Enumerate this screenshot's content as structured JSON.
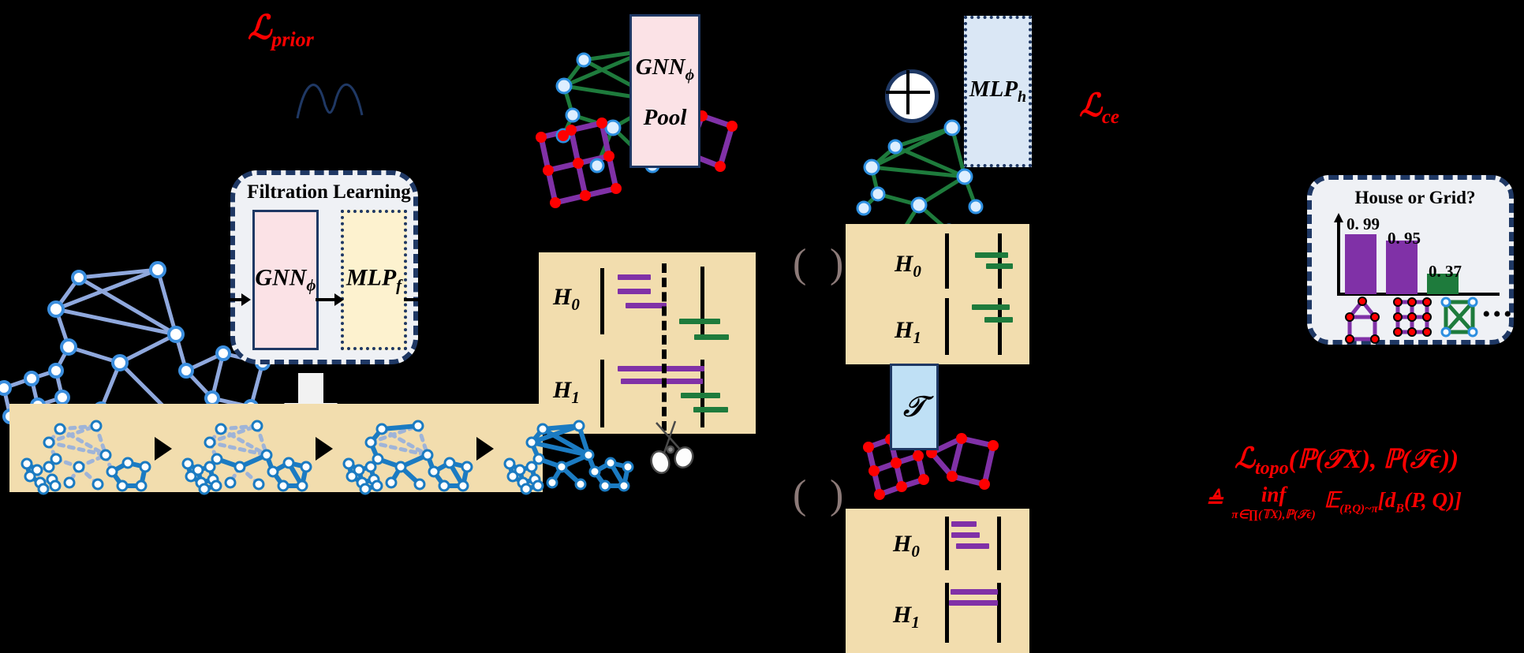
{
  "losses": {
    "prior": "ℒ",
    "prior_sub": "prior",
    "ce": "ℒ",
    "ce_sub": "ce",
    "topo_main": "ℒ",
    "topo_sub": "topo",
    "topo_args": "(ℙ(𝒯X), ℙ(𝒯ϵ))",
    "topo_def_line": "≜  inf    𝔼(P,Q)~π[d_B(P,Q)]",
    "topo_def_under": "π∈∏(𝕋X),ℙ(𝒯ϵ)",
    "topo_inf": "inf",
    "topo_expect": "𝔼",
    "topo_expect_sub": "(P,Q)~π",
    "topo_bracket": "[d",
    "topo_d_sub": "B",
    "topo_tail": "(P, Q)]",
    "topo_triangleq": "≜"
  },
  "filtration": {
    "title": "Filtration Learning",
    "gnn_label": "GNN",
    "gnn_sub": "ϕ",
    "mlp_label": "MLP",
    "mlp_sub": "f"
  },
  "pool": {
    "gnn_label": "GNN",
    "gnn_sub": "ϕ",
    "pool_label": "Pool"
  },
  "mlp_h": {
    "label": "MLP",
    "sub": "h"
  },
  "transform": {
    "label": "𝒯"
  },
  "sum_node": {
    "label": "⊕"
  },
  "persistence": {
    "h0_label": "H",
    "h0_sub": "0",
    "h1_label": "H",
    "h1_sub": "1",
    "colors": {
      "purple": "#8031a7",
      "green": "#1e7b3c",
      "panel": "#f2ddae"
    },
    "panels": [
      {
        "name": "main-persistence-diagram",
        "h0_purple_bars": [
          {
            "x": 22,
            "y": 8,
            "w": 42
          },
          {
            "x": 22,
            "y": 26,
            "w": 42
          },
          {
            "x": 32,
            "y": 44,
            "w": 52
          }
        ],
        "h0_green_bars": [
          {
            "x": 140,
            "y": 64,
            "w": 52
          },
          {
            "x": 162,
            "y": 84,
            "w": 42
          }
        ],
        "h1_purple_bars": [
          {
            "x": 22,
            "y": 10,
            "w": 198
          },
          {
            "x": 28,
            "y": 32,
            "w": 192
          }
        ],
        "h1_green_bars": [
          {
            "x": 140,
            "y": 72,
            "w": 52
          },
          {
            "x": 160,
            "y": 94,
            "w": 42
          }
        ],
        "has_cut": true
      },
      {
        "name": "green-persistence-diagram",
        "h0_green_bars": [
          {
            "x": 140,
            "y": 36,
            "w": 40
          },
          {
            "x": 155,
            "y": 52,
            "w": 38
          }
        ],
        "h1_green_bars": [
          {
            "x": 138,
            "y": 30,
            "w": 48
          },
          {
            "x": 155,
            "y": 48,
            "w": 38
          }
        ]
      },
      {
        "name": "purple-persistence-diagram",
        "h0_purple_bars": [
          {
            "x": 10,
            "y": 8,
            "w": 38
          },
          {
            "x": 10,
            "y": 24,
            "w": 42
          },
          {
            "x": 18,
            "y": 40,
            "w": 52
          }
        ],
        "h1_purple_bars": [
          {
            "x": 12,
            "y": 8,
            "w": 150
          },
          {
            "x": 10,
            "y": 28,
            "w": 152
          }
        ]
      }
    ]
  },
  "prediction_card": {
    "title": "House or Grid?",
    "ellipsis": "•••",
    "motif_names": [
      "house-motif",
      "grid-motif",
      "crossed-square-motif"
    ]
  },
  "chart_data": {
    "type": "bar",
    "title": "House or Grid?",
    "categories": [
      "house",
      "grid",
      "crossed-square"
    ],
    "category_icons": [
      "house-motif",
      "grid-motif",
      "crossed-square-motif"
    ],
    "values": [
      0.99,
      0.95,
      0.37
    ],
    "value_labels": [
      "0. 99",
      "0. 95",
      "0. 37"
    ],
    "colors": [
      "#8031a7",
      "#8031a7",
      "#1e7b3c"
    ],
    "xlabel": "",
    "ylabel": "",
    "ylim": [
      0,
      1
    ],
    "grid": false,
    "legend": null
  },
  "scissors": {
    "name": "scissors-icon"
  },
  "parens": {
    "open": "(",
    "close": ")"
  },
  "filtration_strip": {
    "steps": 4,
    "arrow": "▶"
  }
}
